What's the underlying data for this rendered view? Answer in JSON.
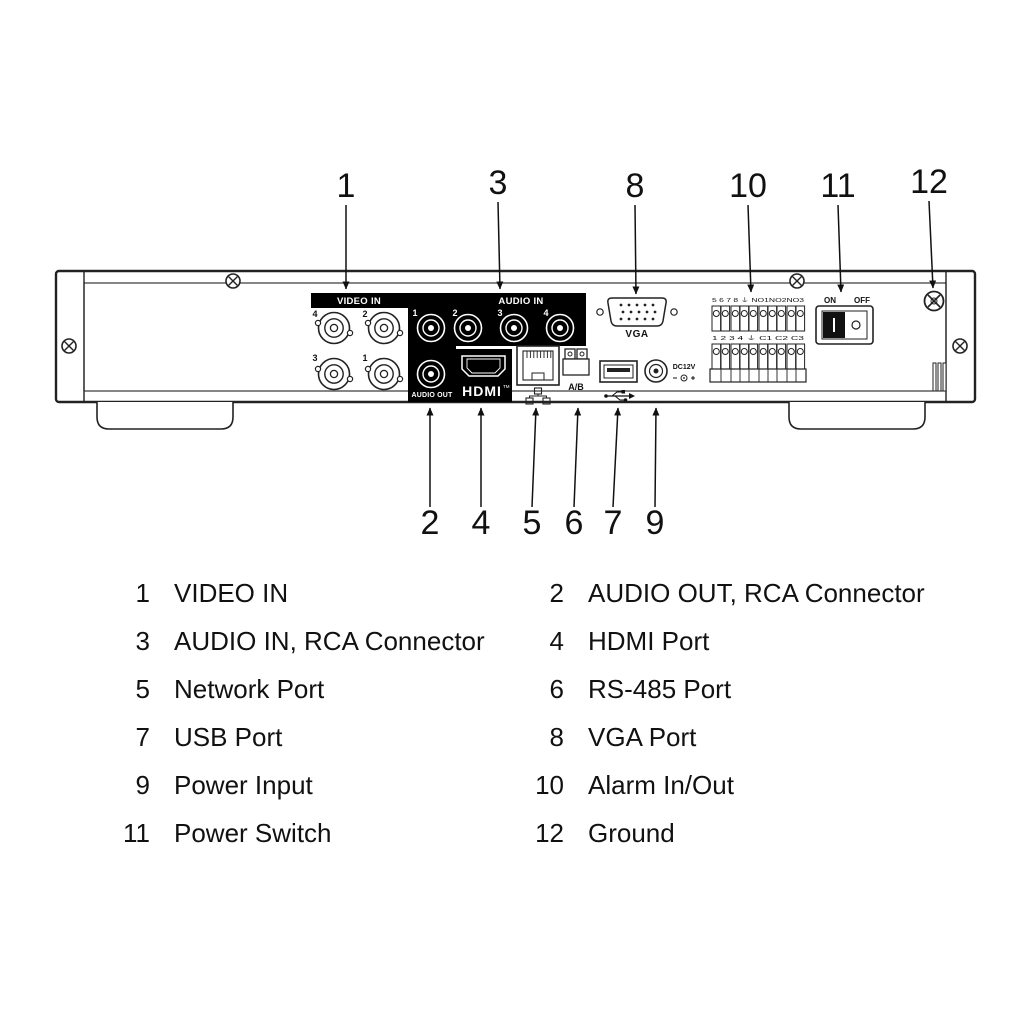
{
  "figure": {
    "callouts_top": [
      "1",
      "3",
      "8",
      "10",
      "11",
      "12"
    ],
    "callouts_bottom": [
      "2",
      "4",
      "5",
      "6",
      "7",
      "9"
    ]
  },
  "panel": {
    "video_in": {
      "label": "VIDEO IN",
      "bnc_labels": [
        "4",
        "2",
        "3",
        "1"
      ]
    },
    "audio_in": {
      "label": "AUDIO IN",
      "channel_labels": [
        "1",
        "2",
        "3",
        "4"
      ]
    },
    "audio_out": {
      "label": "AUDIO OUT"
    },
    "hdmi": {
      "label": "HDMI",
      "tm": "TM"
    },
    "vga": {
      "label": "VGA"
    },
    "rs485": {
      "label": "A/B"
    },
    "power_input": {
      "label": "DC12V"
    },
    "power_switch": {
      "on": "ON",
      "off": "OFF"
    },
    "alarm": {
      "row1": "5 6 7 8 ⏚ NO1NO2NO3",
      "row2": "1 2 3 4 ⏚ C1 C2 C3"
    }
  },
  "legend": {
    "left": [
      {
        "num": "1",
        "label": "VIDEO IN"
      },
      {
        "num": "3",
        "label": "AUDIO IN, RCA Connector"
      },
      {
        "num": "5",
        "label": "Network Port"
      },
      {
        "num": "7",
        "label": "USB Port"
      },
      {
        "num": "9",
        "label": "Power Input"
      },
      {
        "num": "11",
        "label": "Power Switch"
      }
    ],
    "right": [
      {
        "num": "2",
        "label": "AUDIO OUT, RCA Connector"
      },
      {
        "num": "4",
        "label": "HDMI Port"
      },
      {
        "num": "6",
        "label": "RS-485 Port"
      },
      {
        "num": "8",
        "label": "VGA Port"
      },
      {
        "num": "10",
        "label": "Alarm In/Out"
      },
      {
        "num": "12",
        "label": "Ground"
      }
    ]
  }
}
